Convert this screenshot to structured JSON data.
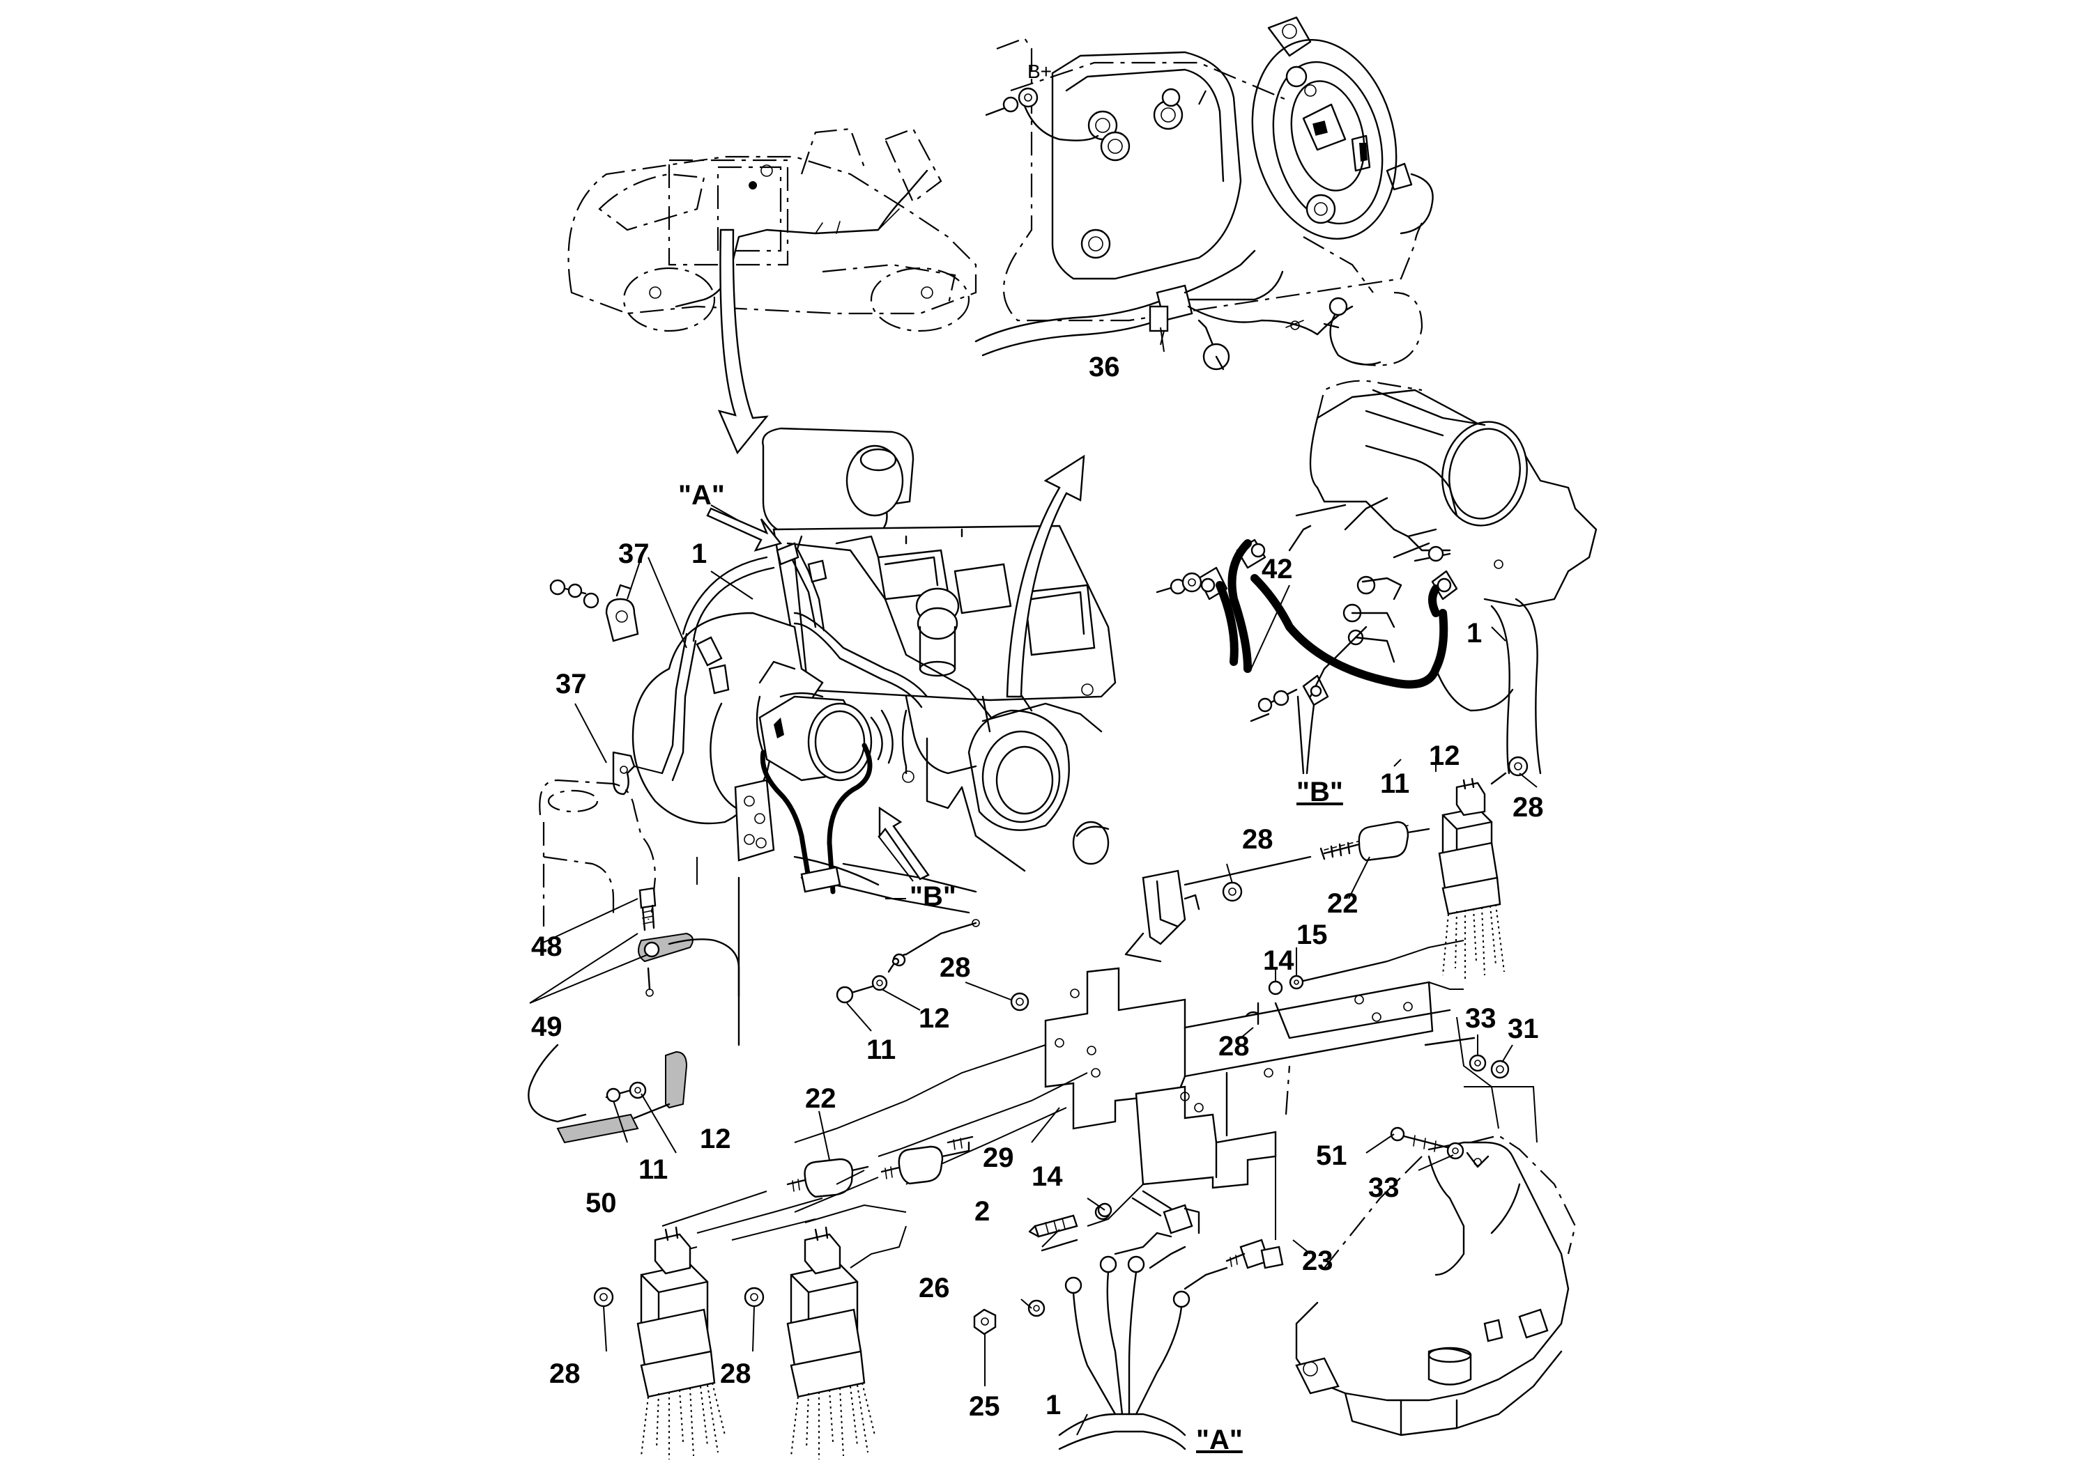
{
  "diagram": {
    "callouts": {
      "c36": "36",
      "cA1": "\"A\"",
      "c1a": "1",
      "c37a": "37",
      "c37b": "37",
      "c48": "48",
      "c49": "49",
      "cB1": "\"B\"",
      "c28a": "28",
      "c11a": "11",
      "c12a": "12",
      "c28b": "28",
      "c22a": "22",
      "c14a": "14",
      "c15": "15",
      "c28c": "28",
      "c11b": "11",
      "c12b": "12",
      "c50": "50",
      "c22b": "22",
      "c29": "29",
      "c14b": "14",
      "c2": "2",
      "c28d": "28",
      "c28e": "28",
      "c26": "26",
      "c25": "25",
      "c1b": "1",
      "cA2": "\"A\"",
      "c23": "23",
      "c51": "51",
      "c33a": "33",
      "c33b": "33",
      "c31": "31",
      "c28f": "28",
      "c11c": "11",
      "c12c": "12",
      "cB2": "\"B\"",
      "c42": "42",
      "c1c": "1",
      "cBplus": "B+"
    }
  }
}
